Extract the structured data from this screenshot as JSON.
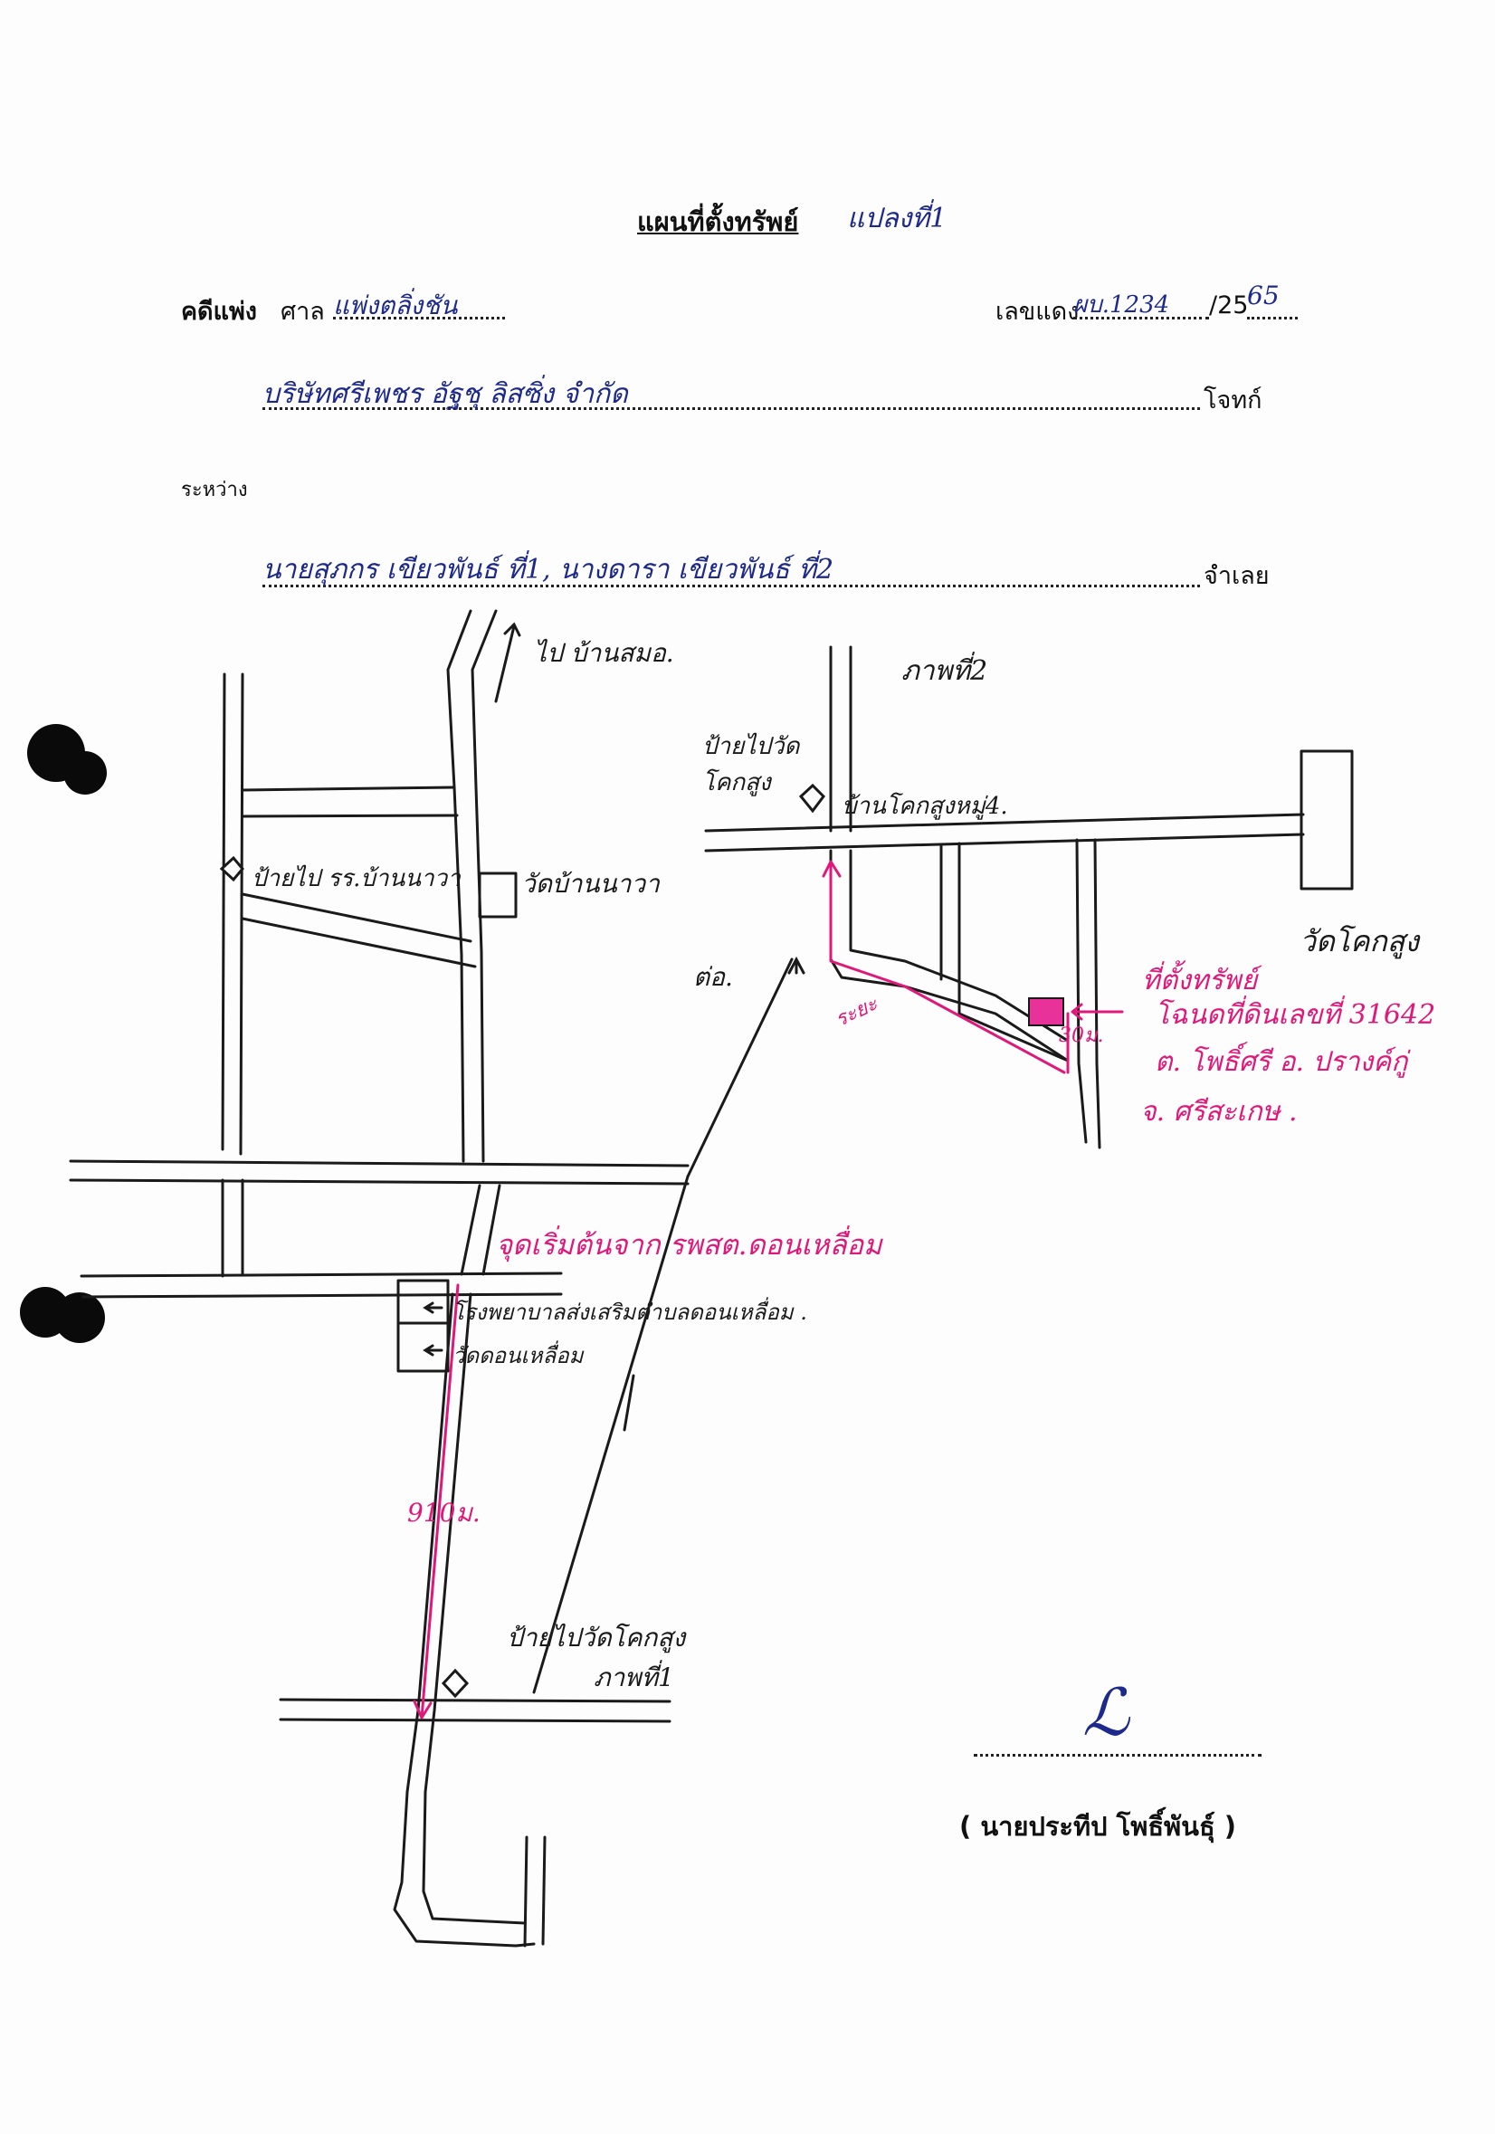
{
  "title": "แผนที่ตั้งทรัพย์",
  "title_hand": "แปลงที่1",
  "case": {
    "label_civil": "คดีแพ่ง",
    "label_court": "ศาล",
    "court_value": "แพ่งตลิ่งชัน",
    "label_red_no": "เลขแดง",
    "red_no_value": "ผบ.1234",
    "year_prefix": "/25",
    "year_value": "65"
  },
  "plaintiff": {
    "value": "บริษัทศรีเพชร อัฐชุ ลิสซิ่ง จำกัด",
    "label": "โจทก์"
  },
  "between_label": "ระหว่าง",
  "defendant": {
    "value": "นายสุภกร เขียวพันธ์ ที่1, นางดารา เขียวพันธ์ ที่2",
    "label": "จำเลย"
  },
  "map": {
    "to_ban_samo": "ไป บ้านสมอ.",
    "sign_school_ban_nawa": "ป้ายไป รร.บ้านนาวา",
    "wat_ban_nawa": "วัดบ้านนาวา",
    "photo2_label": "ภาพที่2",
    "sign_wat_khok_sung": "ป้ายไปวัด\nโคกสูง",
    "ban_khok_sung": "บ้านโคกสูงหมู่4.",
    "wat_khok_sung": "วัดโคกสูง",
    "to_label": "ต่อ.",
    "dist_small": "ระยะ",
    "dist_30": "30ม.",
    "property_location": "ที่ตั้งทรัพย์",
    "title_deed": "โฉนดที่ดินเลขที่ 31642",
    "subdistrict": "ต. โพธิ์ศรี อ. ปรางค์กู่",
    "province": "จ. ศรีสะเกษ .",
    "start_point": "จุดเริ่มต้นจาก รพสต.ดอนเหลื่อม",
    "hospital": "โรงพยาบาลส่งเสริมตำบลดอนเหลื่อม .",
    "wat_don_luam": "วัดดอนเหลื่อม",
    "dist_910": "910ม.",
    "sign_wat_khok_sung_2": "ป้ายไปวัดโคกสูง",
    "photo1_label": "ภาพที่1"
  },
  "signature": {
    "mark": "ℒ",
    "name": "( นายประทีป   โพธิ์พันธุ์ )"
  },
  "colors": {
    "ink": "#1d2a8c",
    "marker": "#e0187a",
    "line": "#1a1a1a",
    "property_fill": "#e8329a"
  }
}
